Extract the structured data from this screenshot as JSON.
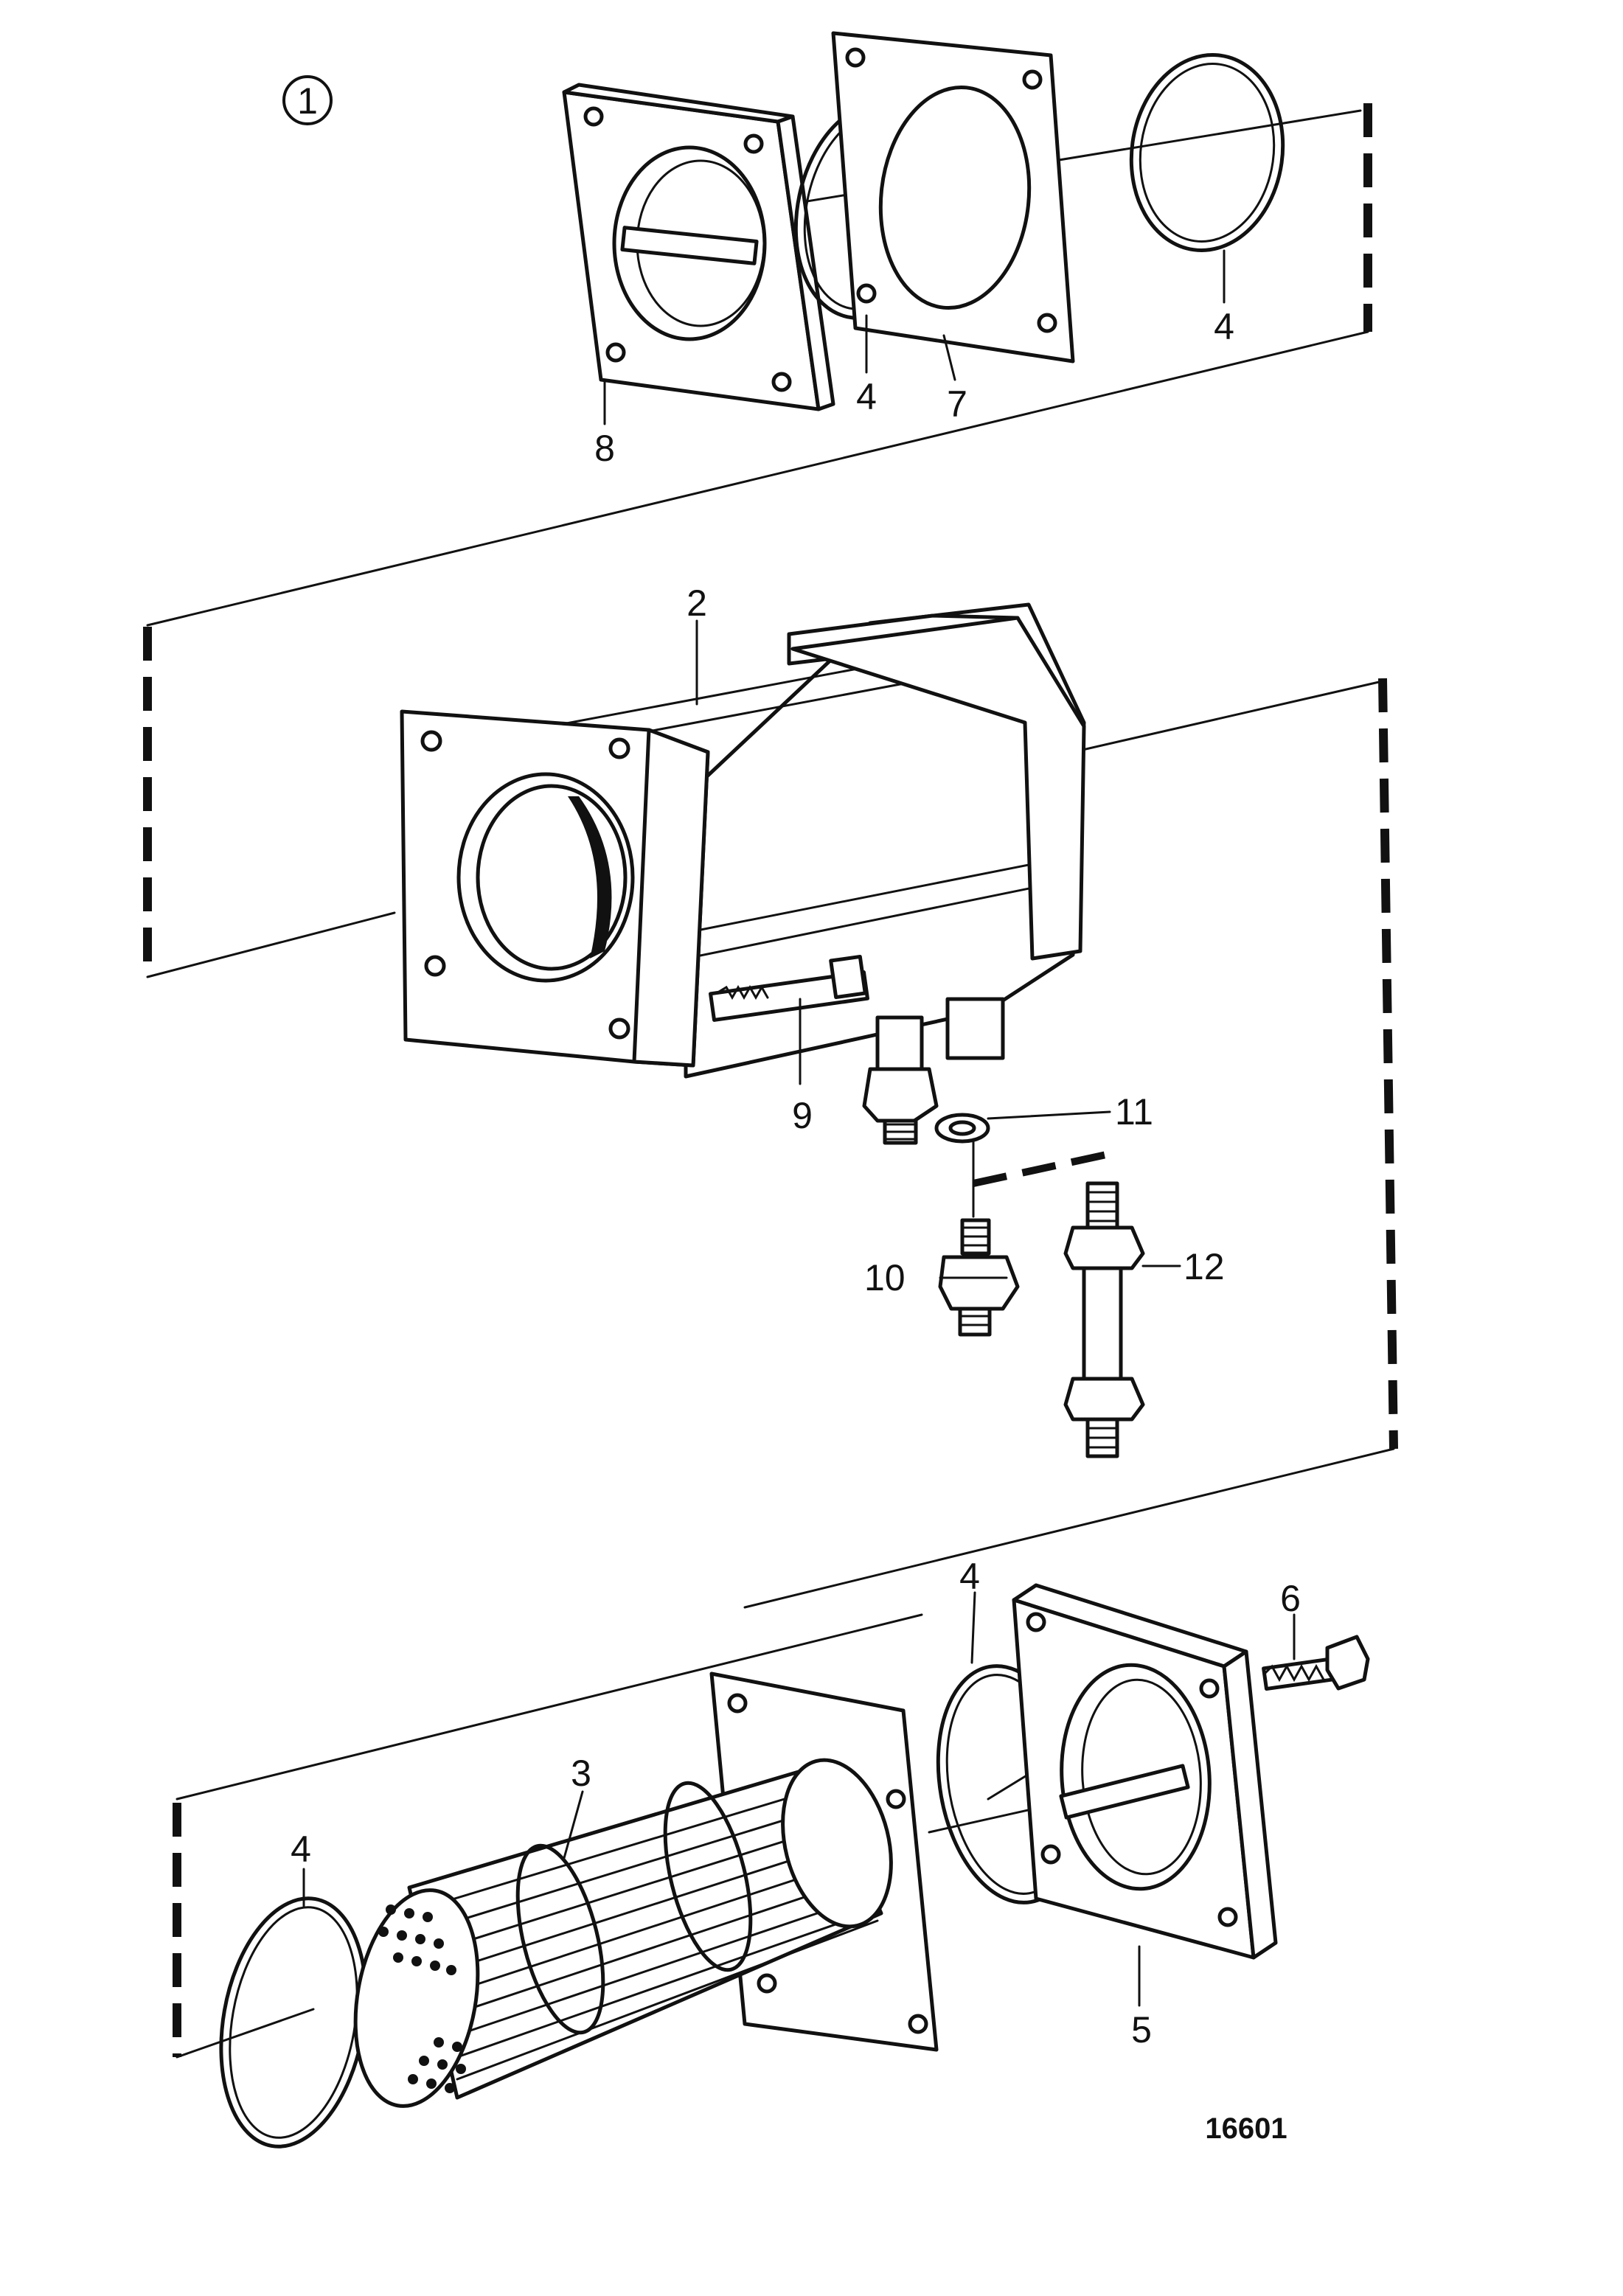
{
  "figure_number": "1",
  "drawing_code": "16601",
  "callouts": {
    "c2": "2",
    "c3": "3",
    "c4a": "4",
    "c4b": "4",
    "c4c": "4",
    "c4d": "4",
    "c5": "5",
    "c6": "6",
    "c7": "7",
    "c8": "8",
    "c9": "9",
    "c10": "10",
    "c11": "11",
    "c12": "12"
  }
}
